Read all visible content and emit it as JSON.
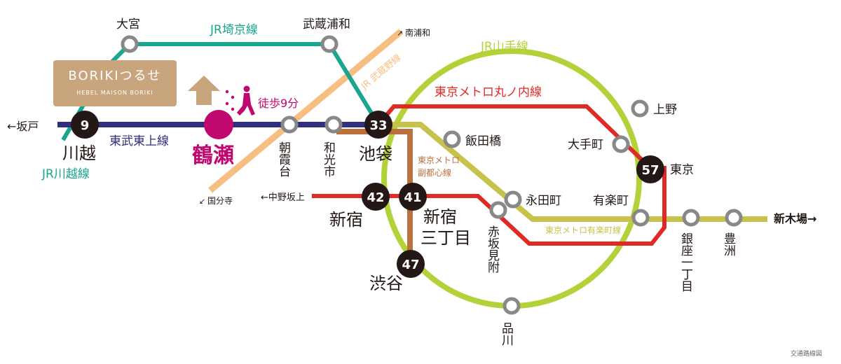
{
  "property": {
    "name": "BORIKIつるせ",
    "subname": "HEBEL MAISON BORIKI"
  },
  "colors": {
    "tobu_tojo": "#2e2f7d",
    "jr_saikyo": "#1aa58f",
    "jr_musashino": "#f6be80",
    "jr_yamanote": "#b3d138",
    "marunouchi": "#e02a26",
    "fukutoshin": "#b9713d",
    "yurakucho": "#c6c24b",
    "tsuruse": "#c0076f",
    "property_box": "#c9a57e",
    "station_node": "#231815"
  },
  "lines": {
    "tobu_tojo": "東武東上線",
    "jr_saikyo": "JR埼京線",
    "jr_musashino": "JR 武蔵野線",
    "jr_yamanote": "JR山手線",
    "marunouchi": "東京メトロ丸ノ内線",
    "fukutoshin_1": "東京メトロ",
    "fukutoshin_2": "副都心線",
    "yurakucho": "東京メトロ有楽町線",
    "jr_kawagoe": "JR川越線"
  },
  "directions": {
    "sakado": "←坂戸",
    "minami_urawa": "南浦和",
    "kokubunji": "国分寺",
    "nakano_sakaue": "←中野坂上",
    "shinkiba": "新木場→"
  },
  "walk": "徒歩9分",
  "stations": {
    "tsuruse": "鶴瀬",
    "kawagoe": "川越",
    "omiya": "大宮",
    "musashi_urawa": "武蔵浦和",
    "asakadai": "朝霞台",
    "wakoshi": "和光市",
    "ikebukuro": "池袋",
    "iidabashi": "飯田橋",
    "ueno": "上野",
    "otemachi": "大手町",
    "tokyo": "東京",
    "shinjuku": "新宿",
    "shinjuku_sanchome_1": "新宿",
    "shinjuku_sanchome_2": "三丁目",
    "nagatacho": "永田町",
    "yurakucho": "有楽町",
    "akasaka_mitsuke": "赤坂見附",
    "shibuya": "渋谷",
    "shinagawa": "品川",
    "ginza_itchome": "銀座一丁目",
    "toyosu": "豊洲"
  },
  "minutes": {
    "kawagoe": "9",
    "ikebukuro": "33",
    "tokyo": "57",
    "shinjuku": "42",
    "shinjuku_sanchome": "41",
    "shibuya": "47"
  },
  "caption": "交通路線図"
}
